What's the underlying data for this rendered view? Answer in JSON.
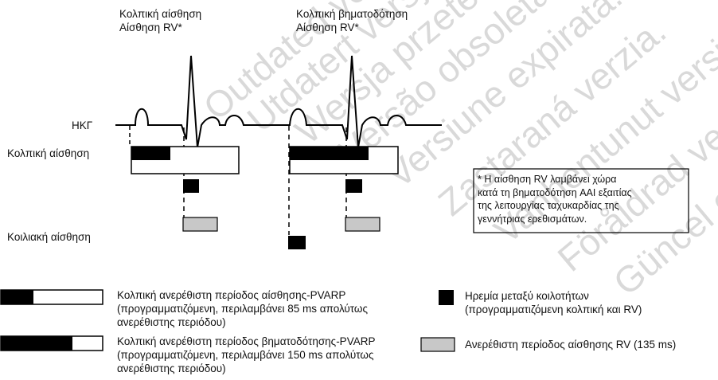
{
  "annotations": {
    "left_top": "Κολπική αίσθηση\nΑίσθηση RV*",
    "right_top": "Κολπική βηματοδότηση\nΑίσθηση RV*",
    "ecg": "ΗΚΓ",
    "atrial_sense": "Κολπική αίσθηση",
    "ventricular_sense": "Κοιλιακή αίσθηση",
    "footnote": "* Η αίσθηση RV λαμβάνει χώρα\nκατά τη βηματοδότηση AAI εξαιτίας\nτης λειτουργίας ταχυκαρδίας της\nγεννήτριας ερεθισμάτων."
  },
  "legend": {
    "sensed_pvarp": "Κολπική ανερέθιστη περίοδος αίσθησης-PVARP\n(προγραμματιζόμενη, περιλαμβάνει 85 ms απολύτως\nανερέθιστης περιόδου)",
    "paced_pvarp": "Κολπική ανερέθιστη περίοδος βηματοδότησης-PVARP\n(προγραμματιζόμενη, περιλαμβάνει 150 ms απολύτως\nανερέθιστης περιόδου)",
    "blanking": "Ηρεμία μεταξύ κοιλοτήτων\n(προγραμματιζόμενη κολπική και RV)",
    "rv_refractory": "Ανερέθιστη περίοδος αίσθησης RV (135 ms)"
  },
  "watermark": [
    "Outdated version.",
    "Utdatert versjon.",
    "Wersja przeterminowana.",
    "Versão obsoleta.",
    "Versiune expirată.",
    "Zastaraná verzia.",
    "Vanhentunut versio.",
    "Föråldrad version.",
    "Güncel olmayan sürüm."
  ],
  "colors": {
    "ink": "#000000",
    "gray_fill": "#c8c8c8",
    "watermark": "#bbbbbb"
  }
}
